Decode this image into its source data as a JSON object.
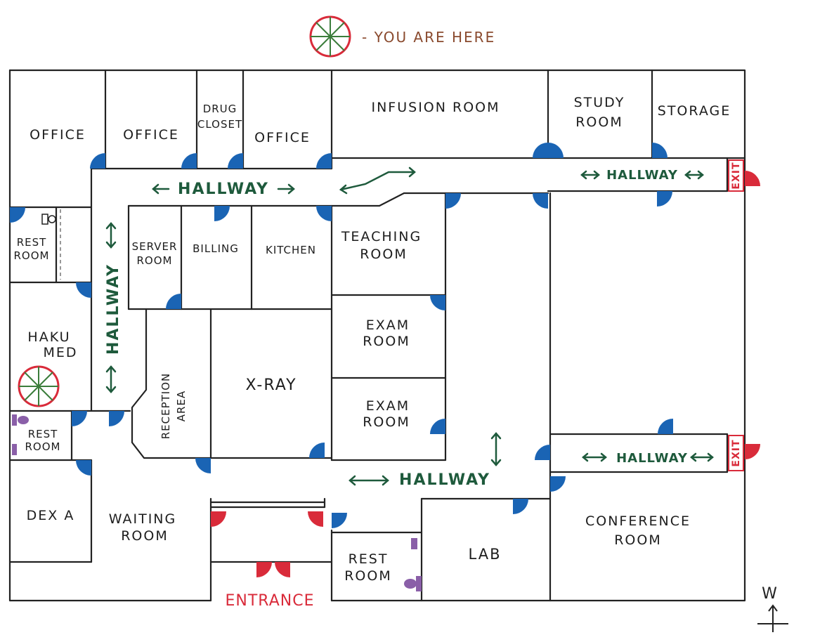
{
  "legend": {
    "you_are_here": "- YOU ARE HERE"
  },
  "rooms": {
    "office_1": "OFFICE",
    "office_2": "OFFICE",
    "drug_closet_1": "DRUG",
    "drug_closet_2": "CLOSET",
    "office_3": "OFFICE",
    "infusion_room": "INFUSION ROOM",
    "study_room_1": "STUDY",
    "study_room_2": "ROOM",
    "storage": "STORAGE",
    "rest_room_top_1": "REST",
    "rest_room_top_2": "ROOM",
    "server_room_1": "SERVER",
    "server_room_2": "ROOM",
    "billing": "BILLING",
    "kitchen": "KITCHEN",
    "teaching_room_1": "TEACHING",
    "teaching_room_2": "ROOM",
    "haku_med_1": "HAKU",
    "haku_med_2": "MED",
    "exam_room_a_1": "EXAM",
    "exam_room_a_2": "ROOM",
    "exam_room_b_1": "EXAM",
    "exam_room_b_2": "ROOM",
    "x_ray": "X-RAY",
    "reception_area_1": "RECEPTION",
    "reception_area_2": "AREA",
    "rest_room_mid_1": "REST",
    "rest_room_mid_2": "ROOM",
    "dex_a": "DEX A",
    "waiting_room_1": "WAITING",
    "waiting_room_2": "ROOM",
    "rest_room_bottom_1": "REST",
    "rest_room_bottom_2": "ROOM",
    "lab": "LAB",
    "conference_room_1": "CONFERENCE",
    "conference_room_2": "ROOM"
  },
  "hallways": {
    "top": "HALLWAY",
    "vertical": "HALLWAY",
    "right_top": "HALLWAY",
    "bottom": "HALLWAY",
    "right_bottom": "HALLWAY"
  },
  "exits": {
    "top": "EXIT",
    "bottom": "EXIT"
  },
  "entrance": "ENTRANCE",
  "compass": {
    "north_label": "W"
  },
  "colors": {
    "wall": "#222222",
    "interior_door": "#1a64b4",
    "exit_door": "#d92b3a",
    "hallway_text": "#1e5a3c",
    "you_are_here_marker": "#d92b3a",
    "toilet": "#8a5fa8"
  }
}
